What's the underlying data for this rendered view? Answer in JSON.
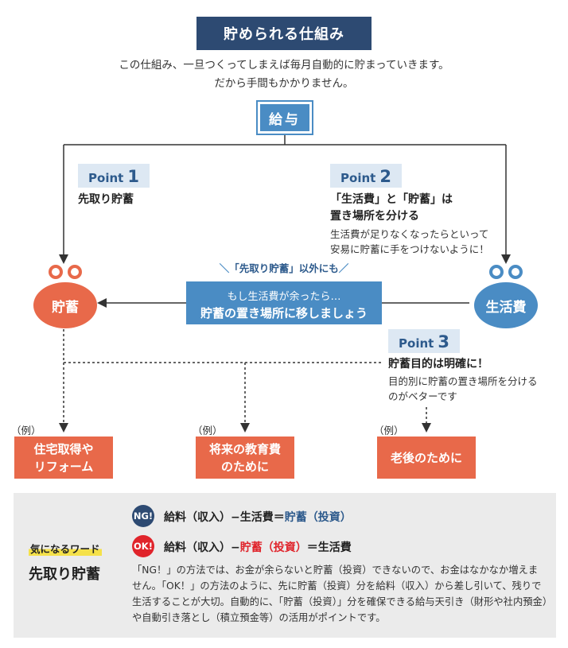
{
  "header": {
    "title": "貯められる仕組み",
    "intro_line1": "この仕組み、一旦つくってしまえば毎月自動的に貯まっていきます。",
    "intro_line2": "だから手間もかかりません。"
  },
  "salary": {
    "label": "給与"
  },
  "point1": {
    "tag": "Point",
    "num": "1",
    "heading": "先取り貯蓄"
  },
  "point2": {
    "tag": "Point",
    "num": "2",
    "heading_line1": "「生活費」と「貯蓄」は",
    "heading_line2": "置き場所を分ける",
    "body_line1": "生活費が足りなくなったらといって",
    "body_line2": "安易に貯蓄に手をつけないように！"
  },
  "point3": {
    "tag": "Point",
    "num": "3",
    "heading": "貯蓄目的は明確に！",
    "body_line1": "目的別に貯蓄の置き場所を分ける",
    "body_line2": "のがベターです"
  },
  "nodes": {
    "savings": "貯蓄",
    "living": "生活費"
  },
  "move": {
    "note": "「先取り貯蓄」以外にも",
    "line1": "もし生活費が余ったら…",
    "line2": "貯蓄の置き場所に移しましょう"
  },
  "examples": [
    {
      "label": "（例）",
      "line1": "住宅取得や",
      "line2": "リフォーム"
    },
    {
      "label": "（例）",
      "line1": "将来の教育費",
      "line2": "のために"
    },
    {
      "label": "（例）",
      "line1": "老後のために",
      "line2": ""
    }
  ],
  "keyword": {
    "label": "気になるワード",
    "title": "先取り貯蓄",
    "ng_badge": "NG!",
    "ok_badge": "OK!",
    "ng_formula_a": "給料（収入）−生活費＝",
    "ng_formula_b": "貯蓄（投資）",
    "ok_formula_a": "給料（収入）−",
    "ok_formula_b": "貯蓄（投資）",
    "ok_formula_c": "＝生活費",
    "explanation": "「NG！」の方法では、お金が余らないと貯蓄（投資）できないので、お金はなかなか増えません。「OK！」の方法のように、先に貯蓄（投資）分を給料（収入）から差し引いて、残りで生活することが大切。自動的に、「貯蓄（投資）」分を確保できる給与天引き（財形や社内預金）や自動引き落とし（積立預金等）の活用がポイントです。"
  },
  "colors": {
    "navy": "#2d4a72",
    "blue": "#4a8cc4",
    "orange": "#e8694a",
    "red": "#e0242b",
    "light_blue": "#dde8f3"
  }
}
